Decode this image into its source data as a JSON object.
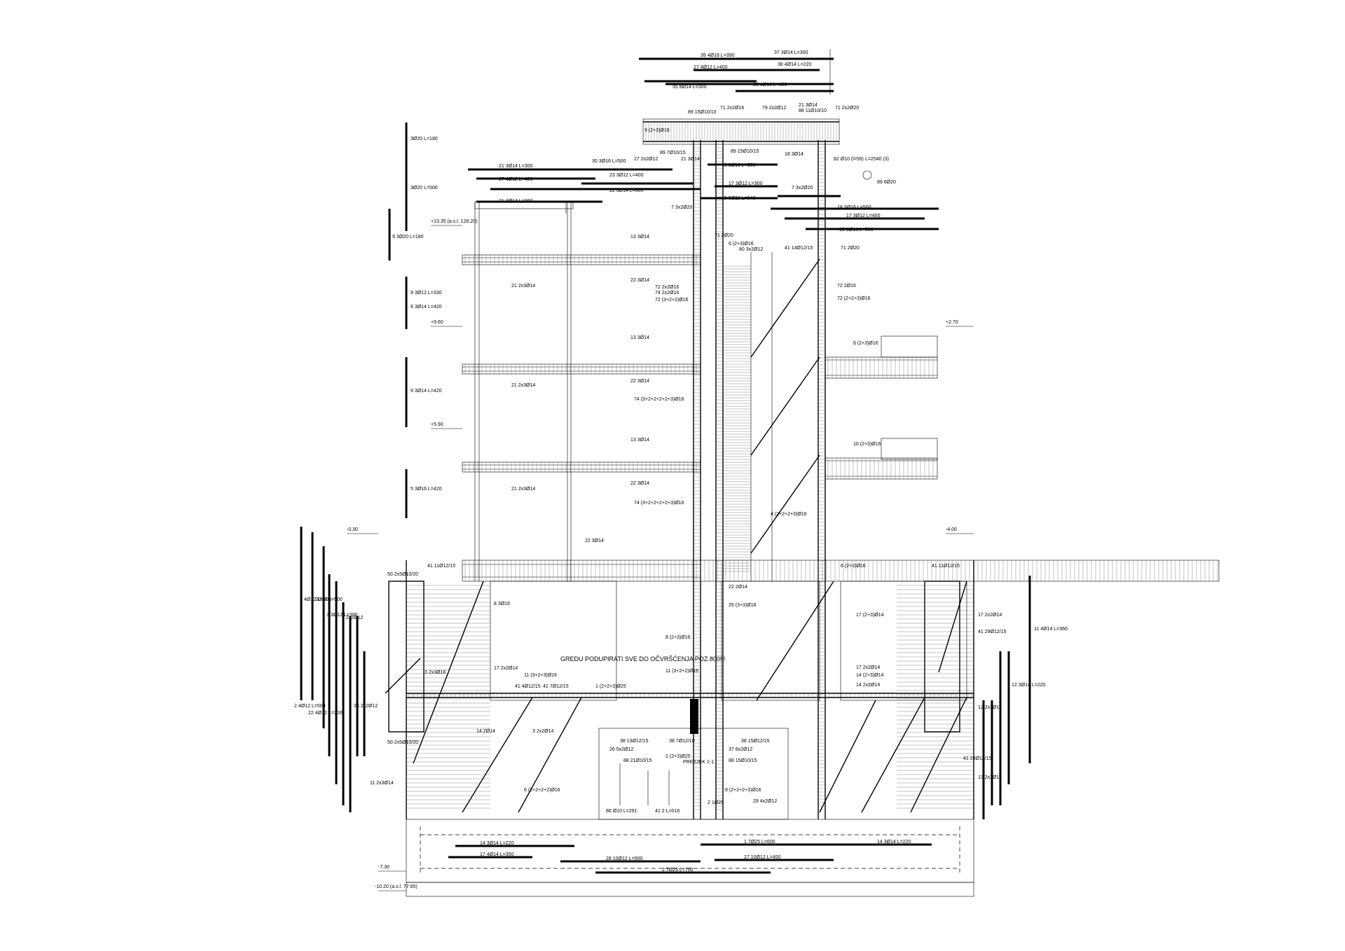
{
  "drawing": {
    "note": "GREDU PODUPIRATI SVE DO OČVRŠĆENJA POZ.800!!!",
    "section_label": "PRESJEK 1-1",
    "top_bars": [
      "39 4Ø16 L=390",
      "37 3Ø14 L=300",
      "27 4Ø12 L=400",
      "38 4Ø14 L=220",
      "35 8Ø14 L=300",
      "35 4Ø14 L=400"
    ],
    "roof_labels": [
      "9 (2+3)Ø16",
      "89 15Ø10/10",
      "71 2x2Ø16",
      "79 2x2Ø12",
      "21 3Ø14",
      "88 11Ø10/10",
      "71 2x2Ø20",
      "89 7Ø10/15",
      "27 2x2Ø12",
      "21 3Ø14",
      "89 15Ø10/15",
      "18 3Ø14"
    ],
    "mid_bars": [
      "21 3Ø14 L=300",
      "30 3Ø16 L=500",
      "27 4Ø12 L=400",
      "23 3Ø12 L=400",
      "22 3Ø14 L=600",
      "21 3Ø14 L=300",
      "18 3Ø16 L=500",
      "17 3Ø12 L=300",
      "7 3x2Ø20",
      "19 3Ø16 L=340",
      "7 3x2Ø20"
    ],
    "right_top_labels": [
      "82 Ø10 (l=59) L=2540 (3)",
      "89 6Ø20",
      "18 3Ø16 L=500",
      "17 3Ø12 L=400",
      "15 3Ø14 L=500",
      "71 2Ø20"
    ],
    "floor_labels": [
      "13 3Ø14",
      "71 2Ø20",
      "6 (2+3)Ø16",
      "80 3x2Ø12",
      "41 14Ø12/15",
      "21 2x3Ø14",
      "22 3Ø14",
      "72 2x2Ø16",
      "74 2x2Ø16",
      "72 (3+2+2)Ø16",
      "13 3Ø14",
      "21 2x3Ø14",
      "22 3Ø14",
      "74 (3+2+2+2+2+3)Ø16",
      "13 3Ø14",
      "21 2x3Ø14",
      "22 3Ø14",
      "74 (3+2+2+2+2+3)Ø16",
      "72 2Ø16",
      "72 (2+2+3)Ø16",
      "6 (2+3)Ø16",
      "10 (2+3)Ø16",
      "4 (2+2+2+3)Ø16"
    ],
    "ground_labels": [
      "22 3Ø14",
      "22 2Ø14",
      "8 3Ø16",
      "25 (3+3)Ø16",
      "8 (2+3)Ø16",
      "11 (3+2+2)Ø16",
      "17 2x2Ø14",
      "11 (3+2+3)Ø16",
      "1 (2+2+3)Ø25",
      "41 4Ø12/15",
      "41 7Ø12/15",
      "17 (2+3)Ø14",
      "17 2x2Ø14",
      "14 (2+3)Ø14",
      "14 2x2Ø14",
      "41 28Ø12/15",
      "14 2Ø14",
      "3 2x2Ø14",
      "6 (2+2+2+2)Ø16",
      "2 (2+3)Ø25",
      "2 1Ø25",
      "8 (2+2+2+3)Ø16",
      "29 4x2Ø12",
      "26 5x2Ø12",
      "37 6x2Ø12",
      "88 21Ø10/15",
      "88 15Ø10/15",
      "38 13Ø12/15",
      "38 15Ø12/15",
      "38 7Ø12/10",
      "86 Ø10 L=291",
      "41 2 L=016"
    ],
    "foundation_labels": [
      "14 3Ø14 L=220",
      "17 4Ø14 L=350",
      "28 10Ø12 L=500",
      "2 7Ø25 L=700",
      "1 7Ø25 L=600",
      "27 10Ø12 L=400",
      "14 3Ø14 L=220"
    ],
    "left_vertical_labels": [
      "3Ø20 L=180",
      "3Ø20 L=500",
      "9 3Ø20 L=180",
      "9 3Ø12 L=330",
      "8 3Ø14 L=420",
      "9 3Ø14 L=420",
      "5 3Ø16 L=420",
      "4Ø12 L=500",
      "2Ø20 L=500",
      "3 3Ø12 L=390",
      "2 2x2Ø12",
      "2 4Ø12 L=500",
      "22 4Ø12 L=300",
      "3 2x3Ø16",
      "25 2x2Ø12",
      "11 2x3Ø14",
      "50 2x5Ø10/20",
      "50 2x5Ø10/20",
      "41 11Ø12/15"
    ],
    "right_vertical_labels": [
      "17 2x2Ø14",
      "11 4Ø14 L=360",
      "12 3Ø14 L=220",
      "41 29Ø12/15",
      "12 2x3Ø14",
      "13 2x3Ø14",
      "41 11Ø12/15",
      "6 (2+3)Ø16"
    ],
    "levels": [
      "+13.35 (a.s.l. 128.20)",
      "+9.60",
      "+5.90",
      "+2.70",
      "-0.30",
      "-4.00",
      "-7.30",
      "-10.20 (a.s.l. 77.65)"
    ]
  }
}
